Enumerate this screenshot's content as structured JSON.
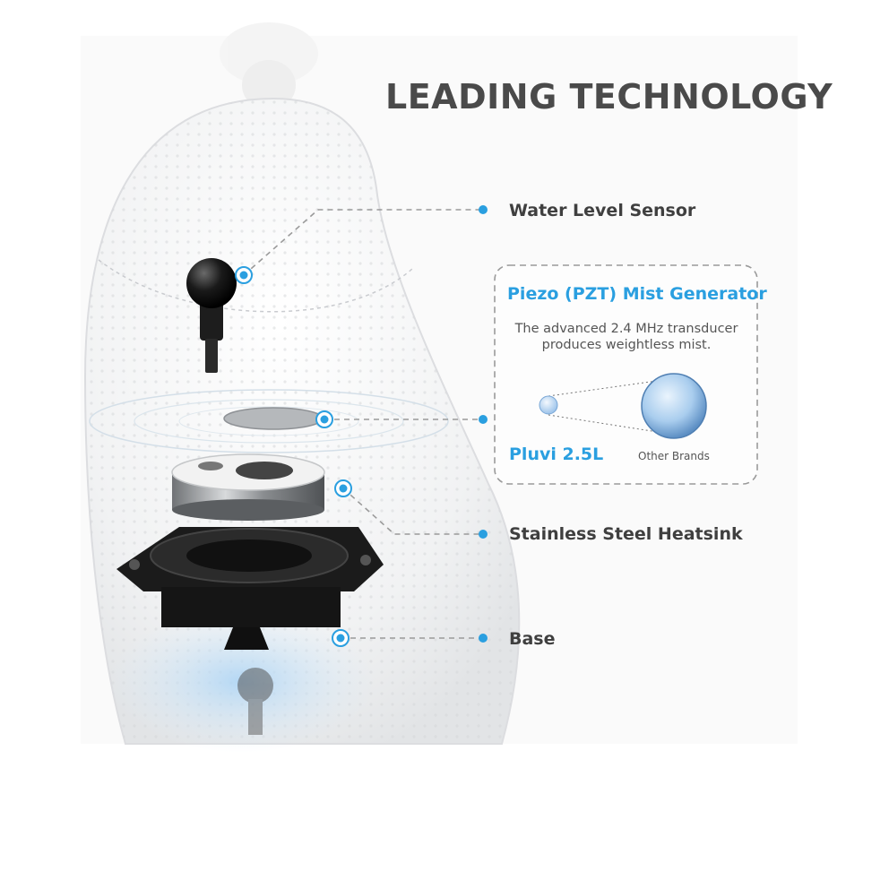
{
  "title": "LEADING TECHNOLOGY",
  "labels": {
    "water_level_sensor": "Water Level Sensor",
    "stainless_steel_heatsink": "Stainless Steel Heatsink",
    "base": "Base"
  },
  "callout": {
    "title": "Piezo (PZT) Mist Generator",
    "description": "The advanced 2.4 MHz transducer produces weightless mist.",
    "comparison": {
      "left_label": "Pluvi 2.5L",
      "right_label": "Other Brands"
    }
  },
  "colors": {
    "accent": "#2a9fe0",
    "title": "#4a4a4a",
    "label": "#3f3f3f",
    "dashed_line": "#9a9a9a"
  }
}
